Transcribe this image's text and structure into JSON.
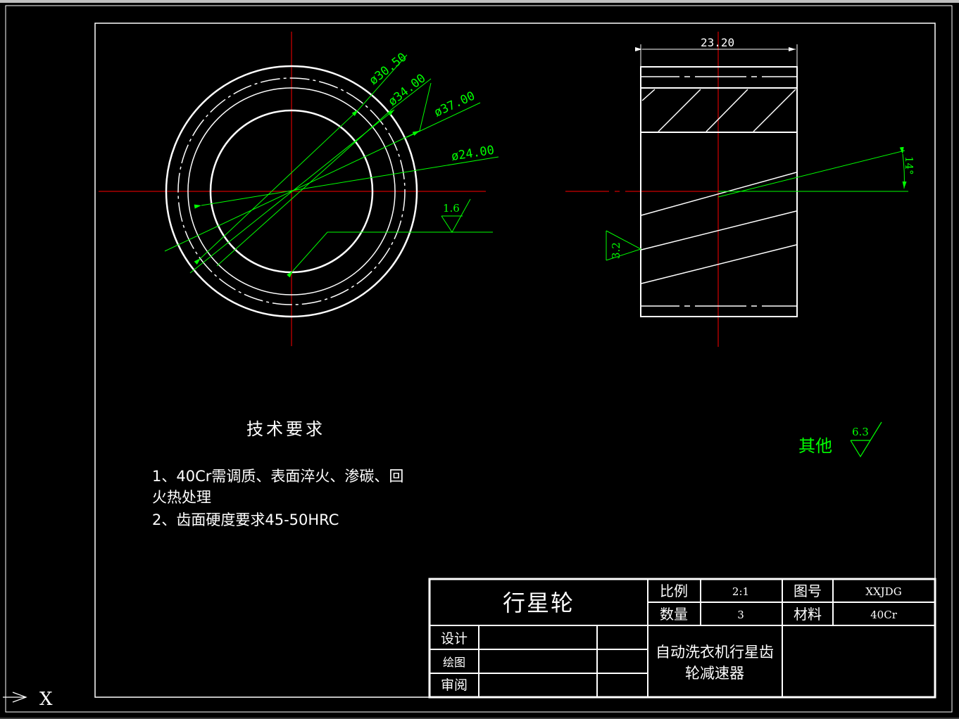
{
  "colors": {
    "background": "#000000",
    "outline": "#ffffff",
    "centerline": "#ff0000",
    "dimension": "#00ff00",
    "window_frame": "#c0c0c0"
  },
  "front_view": {
    "dims": [
      "ø30.50",
      "ø34.00",
      "ø37.00",
      "ø24.00"
    ],
    "roughness": "1.6"
  },
  "side_view": {
    "width_dim": "23.20",
    "helix_angle": "14°",
    "roughness": "3.2"
  },
  "other_roughness": {
    "label": "其他",
    "value": "6.3"
  },
  "tech_requirements": {
    "title": "技术要求",
    "lines": [
      "1、40Cr需调质、表面淬火、渗碳、回",
      "火热处理",
      "2、齿面硬度要求45-50HRC"
    ]
  },
  "title_block": {
    "part_name": "行星轮",
    "scale_label": "比例",
    "scale_value": "2:1",
    "drawing_no_label": "图号",
    "drawing_no_value": "XXJDG",
    "quantity_label": "数量",
    "quantity_value": "3",
    "material_label": "材料",
    "material_value": "40Cr",
    "design_label": "设计",
    "draw_label": "绘图",
    "review_label": "审阅",
    "project_line1": "自动洗衣机行星齿",
    "project_line2": "轮减速器"
  },
  "ucs": {
    "x_label": "X"
  }
}
